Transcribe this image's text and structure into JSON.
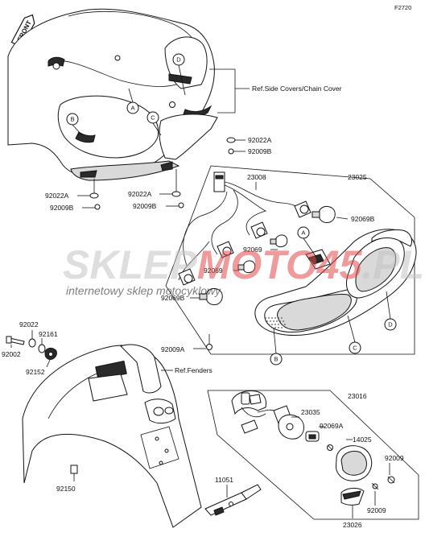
{
  "figure_code": "F2720",
  "front_tag": "FRONT",
  "watermark": {
    "brand_part1": "SKLEP",
    "brand_part2": "MOTO",
    "brand_part3": "45",
    "brand_part4": ".PL",
    "tagline": "internetowy sklep motocyklowy",
    "brand_color": "#e24a4a",
    "grey_color": "#c4c4c4"
  },
  "references": {
    "side_covers": "Ref.Side Covers/Chain Cover",
    "fenders": "Ref.Fenders"
  },
  "callouts": [
    "A",
    "B",
    "C",
    "D"
  ],
  "part_numbers": {
    "p23008": "23008",
    "p23025": "23025",
    "p92069B_top": "92069B",
    "p92069_mid": "92069",
    "p92069_low": "92069",
    "p92069B_low": "92069B",
    "p92022A_r": "92022A",
    "p92009B_r": "92009B",
    "p92022A_l": "92022A",
    "p92009B_l": "92009B",
    "p92022A_c": "92022A",
    "p92009B_c": "92009B",
    "p92009A": "92009A",
    "p92022": "92022",
    "p92161": "92161",
    "p92002": "92002",
    "p92152": "92152",
    "p23016": "23016",
    "p23035": "23035",
    "p92069A": "92069A",
    "p14025": "14025",
    "p92009_a": "92009",
    "p92009_b": "92009",
    "p92150": "92150",
    "p11051": "11051",
    "p23026": "23026"
  }
}
